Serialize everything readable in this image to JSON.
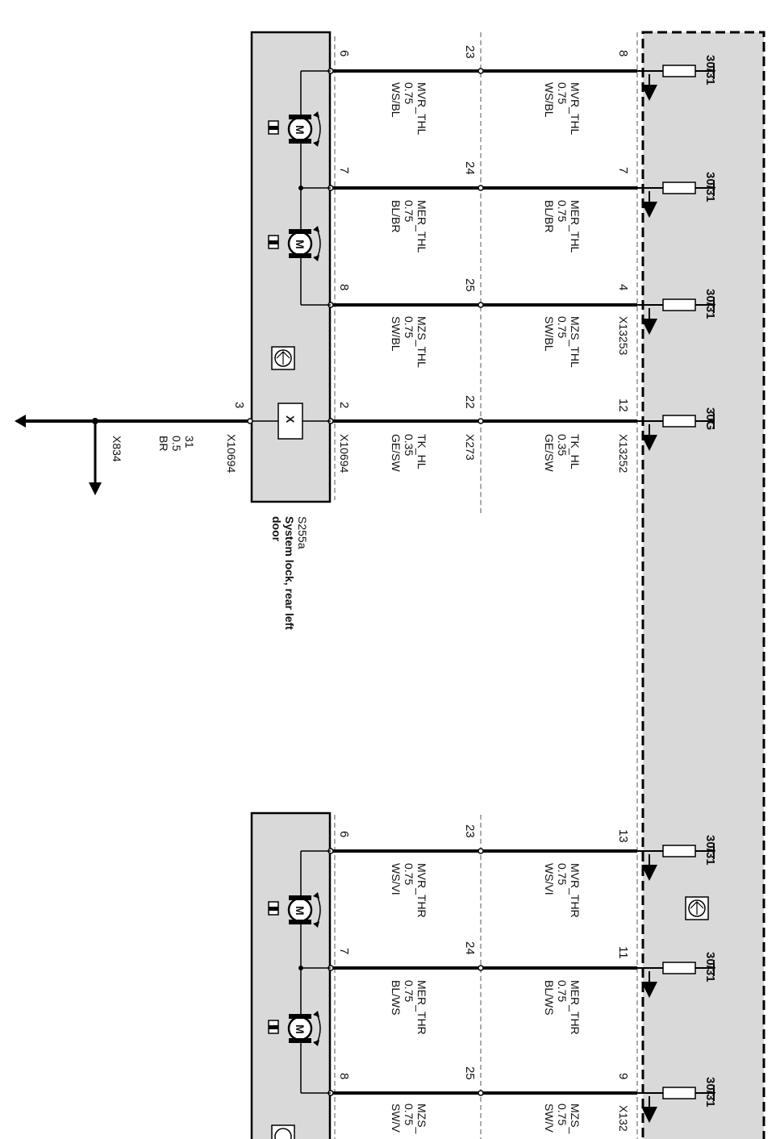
{
  "colors": {
    "module_fill": "#d9d9d9",
    "wire": "#000000",
    "line": "#222222"
  },
  "upper": {
    "wires": [
      {
        "ecu_label": "30/31",
        "ecu_pin": "8",
        "x273_pin": "23",
        "lock_pin": "6",
        "outer": [
          "MVR_THL",
          "0.75",
          "WS/BL"
        ],
        "inner": [
          "MVR_THL",
          "0.75",
          "WS/BL"
        ]
      },
      {
        "ecu_label": "30/31",
        "ecu_pin": "7",
        "x273_pin": "24",
        "lock_pin": "7",
        "outer": [
          "MER_THL",
          "0.75",
          "BL/BR"
        ],
        "inner": [
          "MER_THL",
          "0.75",
          "BL/BR"
        ]
      },
      {
        "ecu_label": "30/31",
        "ecu_pin": "4",
        "x273_pin": "25",
        "lock_pin": "8",
        "outer": [
          "MZS_THL",
          "0.75",
          "SW/BL"
        ],
        "inner": [
          "MZS_THL",
          "0.75",
          "SW/BL"
        ]
      },
      {
        "ecu_label": "30G",
        "ecu_pin": "12",
        "x273_pin": "22",
        "lock_pin": "2",
        "outer": [
          "TK_HL",
          "0.35",
          "GE/SW"
        ],
        "inner": [
          "TK_HL",
          "0.35",
          "GE/SW"
        ]
      }
    ],
    "connector_x13253": "X13253",
    "connector_x13252": "X13252",
    "connector_x273": "X273",
    "connector_x10694_inner": "X10694",
    "connector_x10694_outer": "X10694",
    "ground_pin": "3",
    "ground_wire": [
      "31",
      "0.5",
      "BR"
    ],
    "ground_ref": "X834",
    "component_id": "S255a",
    "component_name_1": "System lock, rear left",
    "component_name_2": "door",
    "motor_letter": "M",
    "switch_letter": "X"
  },
  "lower": {
    "wires": [
      {
        "ecu_label": "30/31",
        "ecu_pin": "13",
        "x273_pin": "23",
        "lock_pin": "6",
        "outer": [
          "MVR_THR",
          "0.75",
          "WS/VI"
        ],
        "inner": [
          "MVR_THR",
          "0.75",
          "WS/VI"
        ]
      },
      {
        "ecu_label": "30/31",
        "ecu_pin": "11",
        "x273_pin": "24",
        "lock_pin": "7",
        "outer": [
          "MER_THR",
          "0.75",
          "BL/WS"
        ],
        "inner": [
          "MER_THR",
          "0.75",
          "BL/WS"
        ]
      },
      {
        "ecu_label": "30/31",
        "ecu_pin": "9",
        "x273_pin": "25",
        "lock_pin": "8",
        "outer": [
          "MZS_",
          "0.75",
          "SW/V"
        ],
        "inner": [
          "MZS_",
          "0.75",
          "SW/V"
        ]
      }
    ],
    "connector_partial": "X132",
    "motor_letter": "M"
  }
}
